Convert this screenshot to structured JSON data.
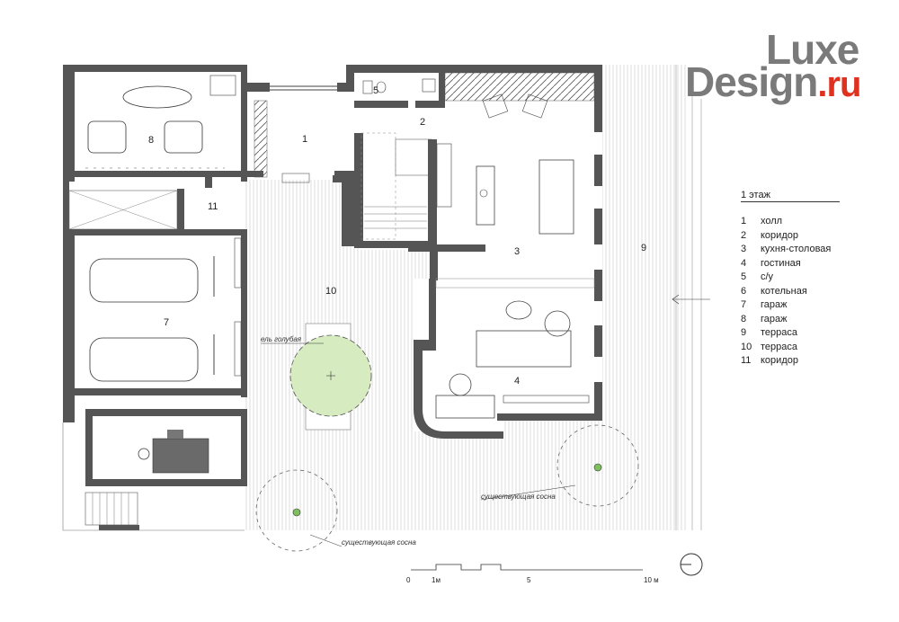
{
  "logo": {
    "word1": "Luxe",
    "word2": "Design",
    "suffix": ".ru",
    "gray": "#7a7a7a",
    "red": "#e0301e"
  },
  "rooms": {
    "r1": "1",
    "r2": "2",
    "r3": "3",
    "r4": "4",
    "r5": "5",
    "r7": "7",
    "r8": "8",
    "r9": "9",
    "r10": "10",
    "r11": "11"
  },
  "annotations": {
    "spruce": "ель голубая",
    "pine_right": "существующая сосна",
    "pine_left": "существующая сосна"
  },
  "legend": {
    "title": "1  этаж",
    "items": [
      {
        "num": "1",
        "name": "холл"
      },
      {
        "num": "2",
        "name": "коридор"
      },
      {
        "num": "3",
        "name": "кухня-столовая"
      },
      {
        "num": "4",
        "name": "гостиная"
      },
      {
        "num": "5",
        "name": "с/у"
      },
      {
        "num": "6",
        "name": "котельная"
      },
      {
        "num": "7",
        "name": "гараж"
      },
      {
        "num": "8",
        "name": "гараж"
      },
      {
        "num": "9",
        "name": "терраса"
      },
      {
        "num": "10",
        "name": "терраса"
      },
      {
        "num": "11",
        "name": "коридор"
      }
    ]
  },
  "scale": {
    "zero": "0",
    "one": "1м",
    "five": "5",
    "ten": "10 м"
  },
  "colors": {
    "wall": "#555555",
    "tree": "#d6ebbf",
    "tree_dot": "#7fbf5f",
    "line": "#333333"
  }
}
